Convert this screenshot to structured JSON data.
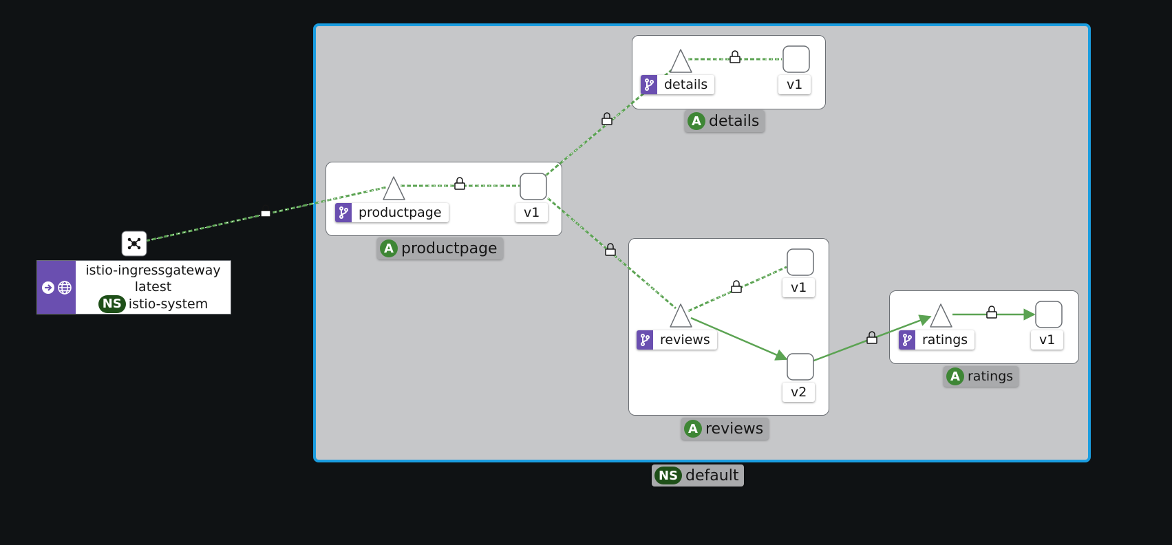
{
  "namespace": {
    "badge": "NS",
    "name": "default"
  },
  "gateway": {
    "name": "istio-ingressgateway",
    "version": "latest",
    "ns_badge": "NS",
    "namespace": "istio-system"
  },
  "apps": {
    "productpage": {
      "badge": "A",
      "name": "productpage",
      "service": "productpage",
      "versions": [
        "v1"
      ]
    },
    "details": {
      "badge": "A",
      "name": "details",
      "service": "details",
      "versions": [
        "v1"
      ]
    },
    "reviews": {
      "badge": "A",
      "name": "reviews",
      "service": "reviews",
      "versions": [
        "v1",
        "v2"
      ]
    },
    "ratings": {
      "badge": "A",
      "name": "ratings",
      "service": "ratings",
      "versions": [
        "v1"
      ]
    }
  },
  "colors": {
    "edge": "#5ba352",
    "namespace_border": "#1a9de0",
    "service_icon_bg": "#6a4fb0",
    "app_badge": "#3e8635",
    "ns_badge": "#1e4f18"
  },
  "icons": {
    "service": "code-branch-icon",
    "mtls": "lock-icon",
    "gateway": [
      "arrow-right-circle-icon",
      "globe-icon"
    ],
    "gateway_node": "cluster-icon"
  }
}
